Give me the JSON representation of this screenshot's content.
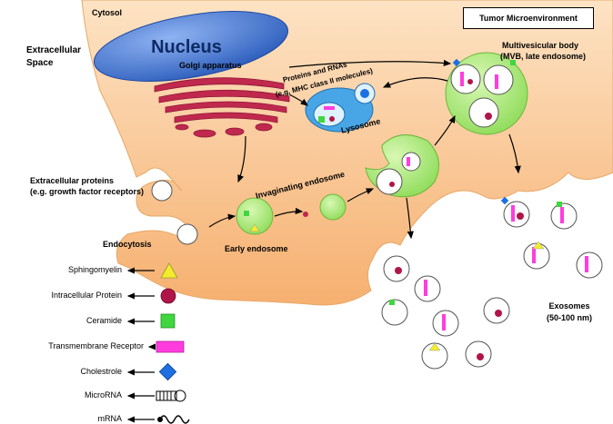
{
  "regions": {
    "cytosol": "Cytosol",
    "extracellular": [
      "Extracellular",
      "Space"
    ],
    "tumor": "Tumor Microenvironment"
  },
  "organelles": {
    "nucleus": "Nucleus",
    "golgi": "Golgi apparatus",
    "proteins_rnas": [
      "Proteins and RNAs",
      "(e.g. MHC class II molecules)"
    ],
    "lysosome": "Lysosome",
    "mvb": [
      "Multivesicular body",
      "(MVB, late endosome)"
    ],
    "invaginating": "Invaginating endosome",
    "early": "Early endosome"
  },
  "processes": {
    "extracellular_proteins": [
      "Extracellular proteins",
      "(e.g. growth factor receptors)"
    ],
    "endocytosis": "Endocytosis",
    "exosomes": [
      "Exosomes",
      "(50-100 nm)"
    ]
  },
  "legend": [
    {
      "label": "Sphingomyelin",
      "icon": "yellow-triangle",
      "color": "#f2ec2c"
    },
    {
      "label": "Intracellular Protein",
      "icon": "red-circle",
      "color": "#b0154a"
    },
    {
      "label": "Ceramide",
      "icon": "green-square",
      "color": "#3fd63f"
    },
    {
      "label": "Transmembrane Receptor",
      "icon": "magenta-bar",
      "color": "#ff3dde"
    },
    {
      "label": "Cholestrole",
      "icon": "blue-diamond",
      "color": "#1e6fe0"
    },
    {
      "label": "MicroRNA",
      "icon": "microrna-hairpin",
      "color": "#000000"
    },
    {
      "label": "mRNA",
      "icon": "mrna-squiggle",
      "color": "#000000"
    }
  ],
  "colors": {
    "cytoplasm": "#fbc48e",
    "nucleus": "#3a6fd0",
    "golgi": "#c0284e",
    "lysosome": "#48a6e6",
    "endosome": "#b6ee86"
  }
}
